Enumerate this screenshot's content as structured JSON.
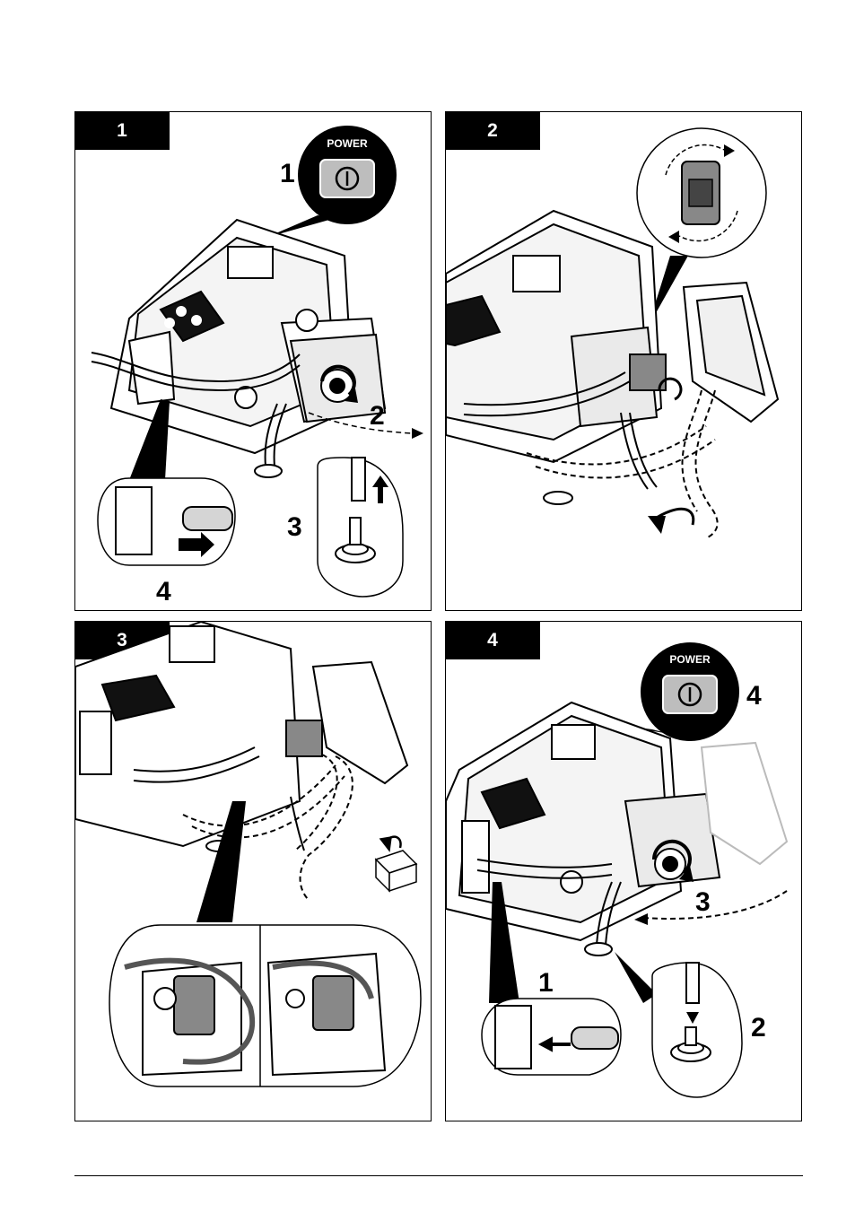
{
  "power_label": "POWER",
  "panels": [
    {
      "tab": "1",
      "callouts": [
        "1",
        "2",
        "3",
        "4"
      ]
    },
    {
      "tab": "2",
      "callouts": []
    },
    {
      "tab": "3",
      "callouts": []
    },
    {
      "tab": "4",
      "callouts": [
        "4",
        "3",
        "1",
        "2"
      ]
    }
  ],
  "icons": [
    "power-button-icon",
    "rotate-arrow-icon",
    "pump-illustration",
    "tube-illustration",
    "box-icon"
  ]
}
